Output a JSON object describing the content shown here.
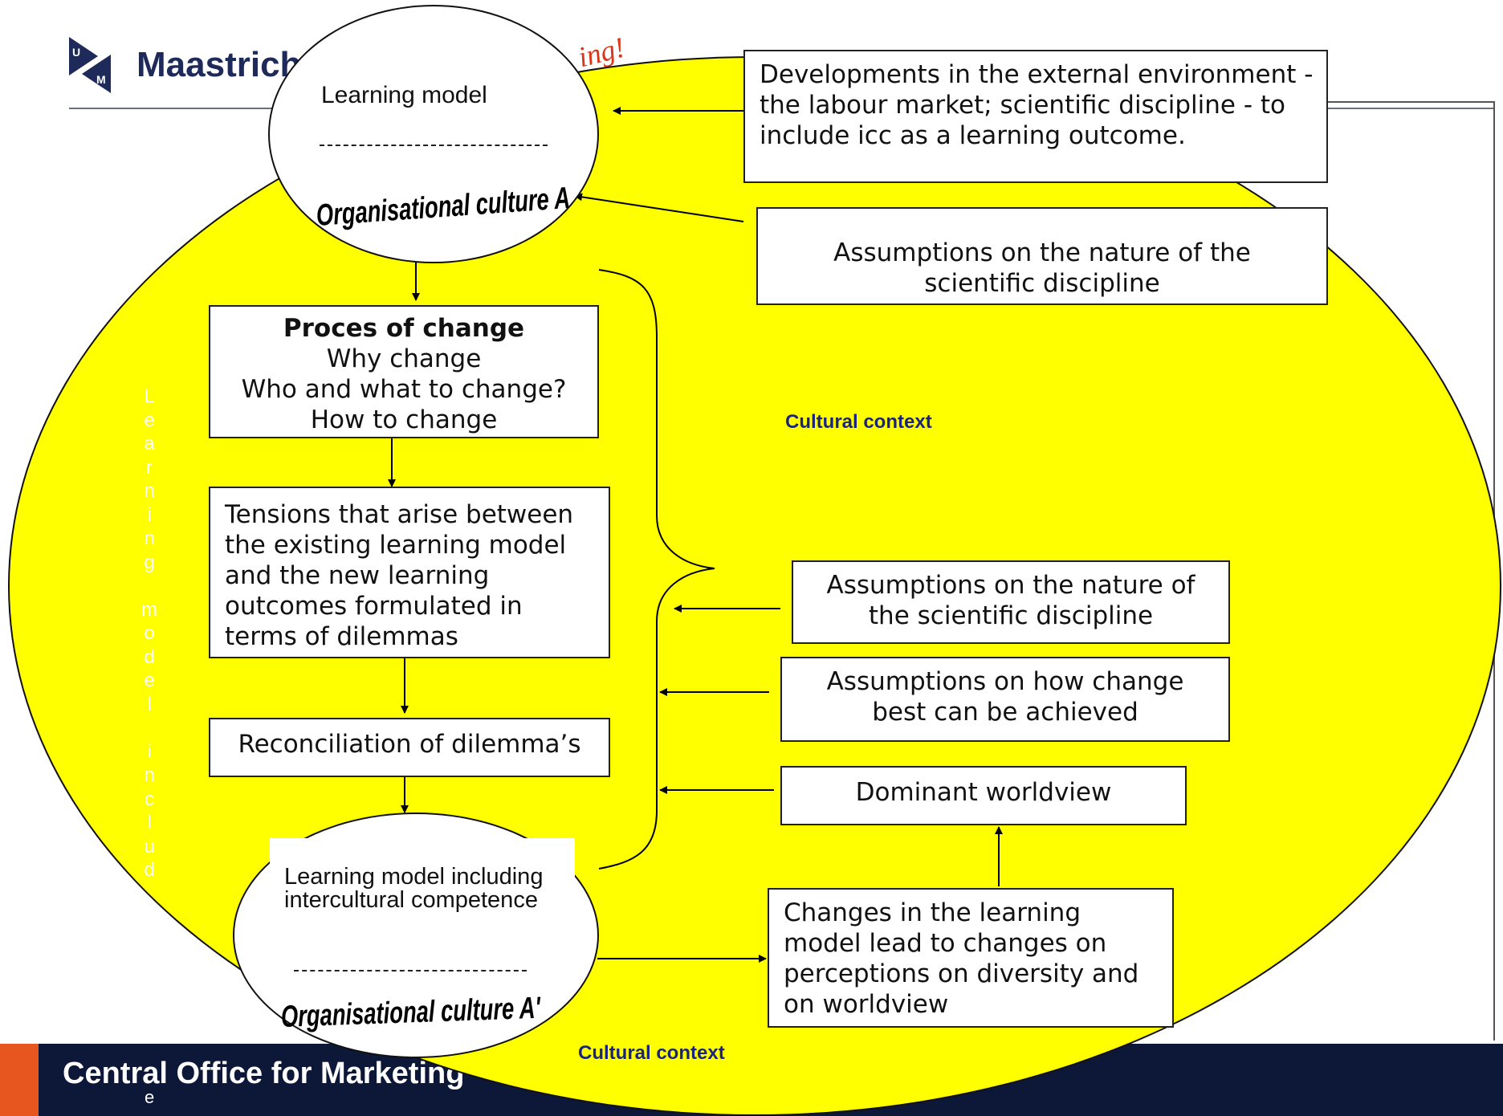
{
  "header": {
    "logo_text": "Maastricht",
    "tagline_fragment": "ing!"
  },
  "footer": {
    "text": "Central Office for Marketing"
  },
  "context_label_top": "Cultural context",
  "context_label_bottom": "Cultural context",
  "vertical_text": "Learning model includ",
  "vertical_text_footer": "e",
  "top_ellipse": {
    "title": "Learning model",
    "culture": "Organisational culture A"
  },
  "bottom_ellipse": {
    "title": "Learning model including intercultural competence",
    "culture": "Organisational culture A'"
  },
  "process_box": {
    "heading": "Proces of change",
    "line1": "Why change",
    "line2": "Who and what to change?",
    "line3": "How to change"
  },
  "tensions_box": "Tensions that arise between the existing learning model and the new learning outcomes formulated in terms of dilemmas",
  "reconciliation_box": "Reconciliation of dilemma’s",
  "external_box": "Developments in the external environment - the labour market; scientific discipline - to include icc as a learning outcome.",
  "assumptions_top_box": "Assumptions on the nature of the scientific discipline",
  "assumptions_mid_box": "Assumptions on the nature of the scientific discipline",
  "assumptions_change_box": "Assumptions on how change best can be achieved",
  "worldview_box": "Dominant worldview",
  "changes_box": "Changes in the learning model lead to changes on perceptions on diversity and on worldview",
  "colors": {
    "yellow": "#ffff00",
    "footer_navy": "#0d1838",
    "footer_orange": "#e8561f",
    "context_blue": "#1a237e"
  }
}
